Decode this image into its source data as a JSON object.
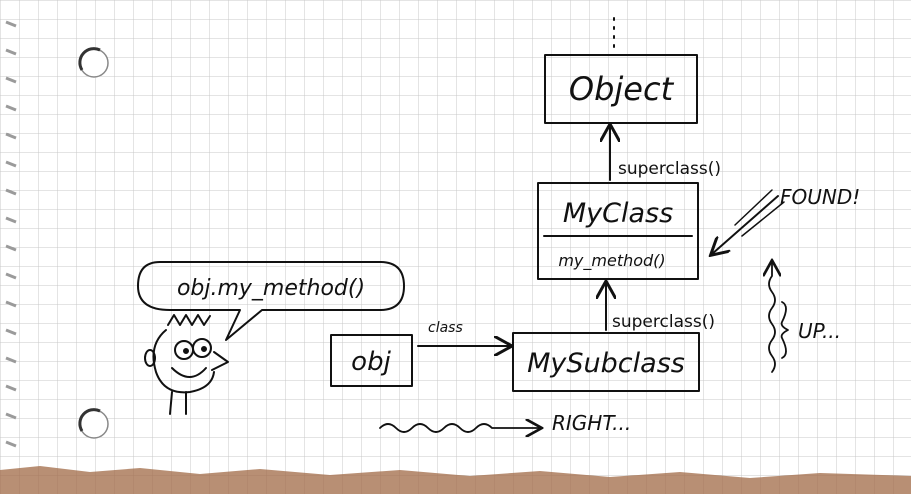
{
  "diagram": {
    "speech_bubble": "obj.my_method()",
    "boxes": {
      "object": "Object",
      "myclass": "MyClass",
      "myclass_method": "my_method()",
      "mysubclass": "MySubclass",
      "obj": "obj"
    },
    "arrow_labels": {
      "class": "class",
      "superclass_upper": "superclass()",
      "superclass_lower": "superclass()"
    },
    "annotations": {
      "found": "FOUND!",
      "up": "UP...",
      "right": "RIGHT..."
    },
    "colors": {
      "paper": "#ffffff",
      "grid": "#c9c9c9",
      "ink": "#111111",
      "torn_edge": "#8a5a3a"
    }
  }
}
